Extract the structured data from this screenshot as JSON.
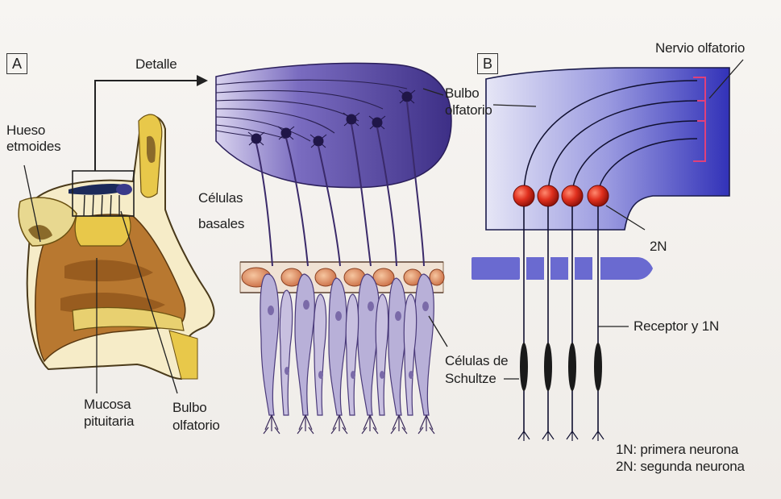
{
  "panel_a": {
    "tag": "A",
    "detail_label": "Detalle",
    "hueso_etmoides": [
      "Hueso",
      "etmoides"
    ],
    "mucosa_pituitaria": [
      "Mucosa",
      "pituitaria"
    ],
    "bulbo_olfatorio": [
      "Bulbo",
      "olfatorio"
    ]
  },
  "detail": {
    "bulbo_olfatorio": [
      "Bulbo",
      "olfatorio"
    ],
    "celulas_basales": [
      "Células",
      "basales"
    ],
    "celulas_schultze": [
      "Células de",
      "Schultze"
    ]
  },
  "panel_b": {
    "tag": "B",
    "nervio_olfatorio": "Nervio olfatorio",
    "second_neuron_label": "2N",
    "receptor_label": "Receptor y 1N",
    "legend": [
      "1N: primera neurona",
      "2N: segunda neurona"
    ]
  },
  "colors": {
    "bulb_purple": "#4a3a8c",
    "cell_lilac": "#b8b0d8",
    "basal_cell": "#e7a27a",
    "neuron_red": "#d42a1e",
    "bone_yellow": "#e8c84a",
    "nose_brown": "#b87830",
    "pink_marker": "#e0407a"
  }
}
